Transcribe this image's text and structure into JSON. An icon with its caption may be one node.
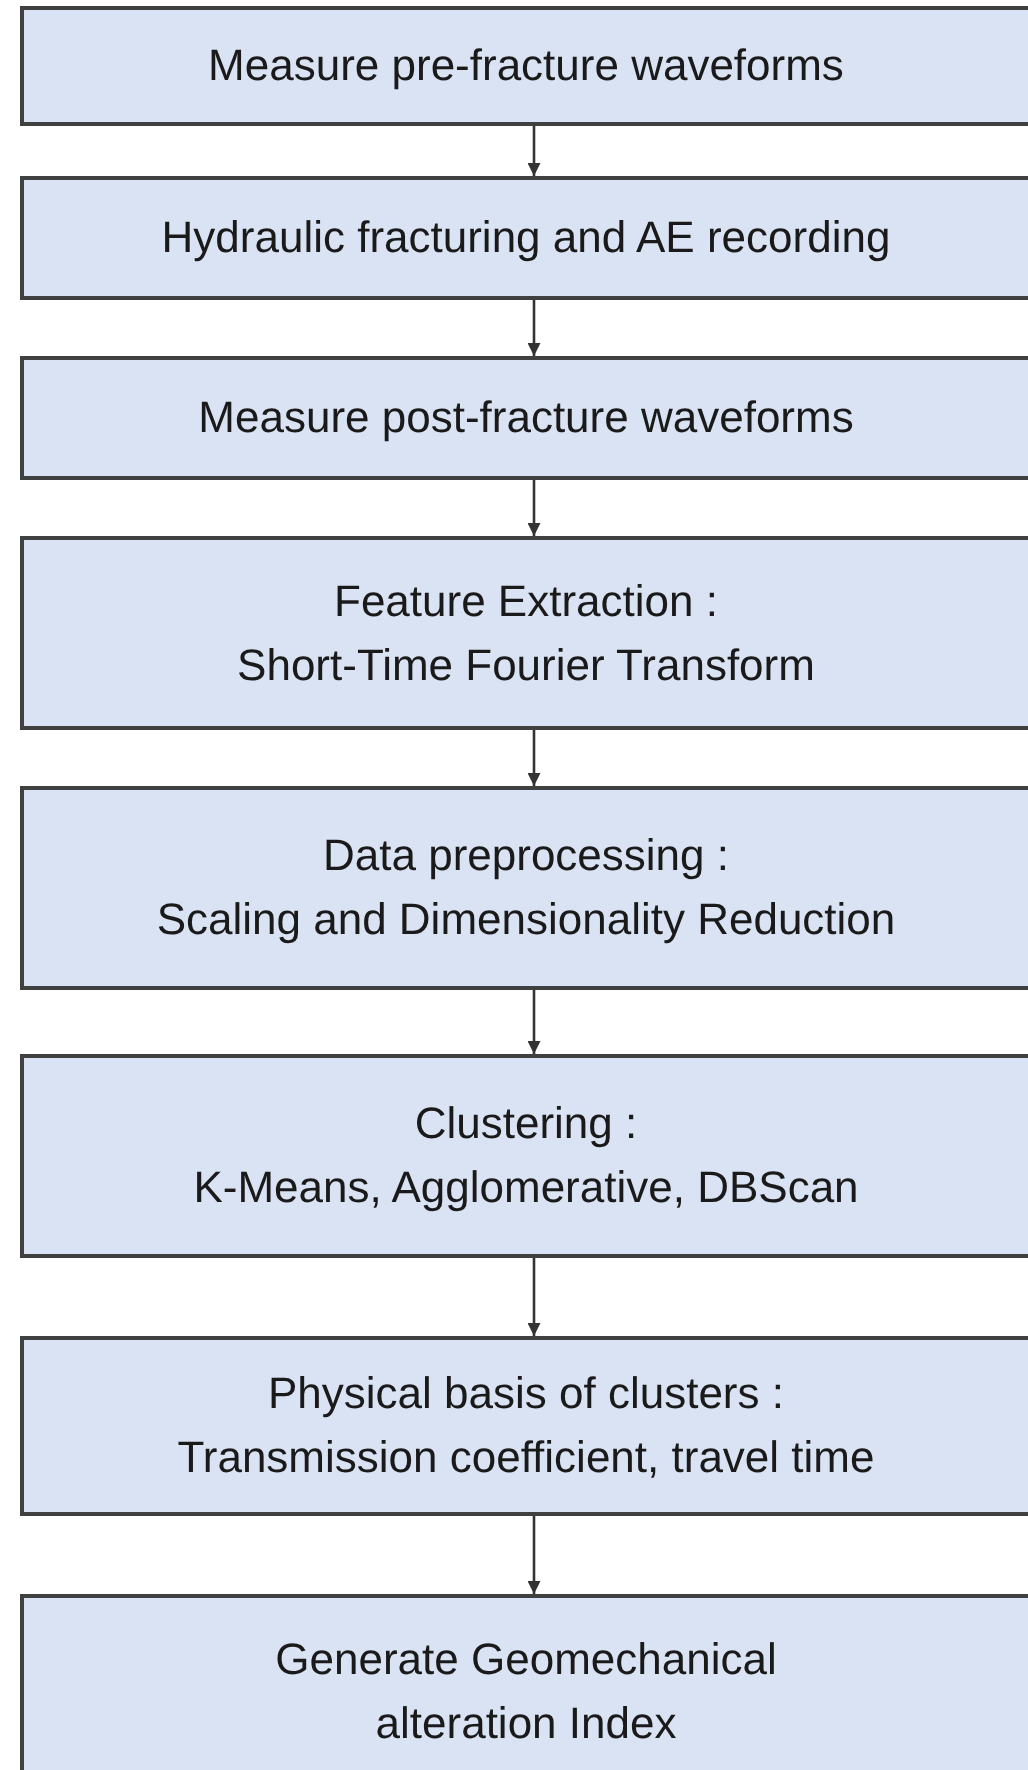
{
  "diagram": {
    "nodes": [
      {
        "text": [
          "Measure pre-fracture waveforms"
        ]
      },
      {
        "text": [
          "Hydraulic fracturing and AE recording"
        ]
      },
      {
        "text": [
          "Measure post-fracture waveforms"
        ]
      },
      {
        "text": [
          "Feature Extraction :",
          "Short-Time Fourier Transform"
        ]
      },
      {
        "text": [
          "Data preprocessing :",
          "Scaling and Dimensionality Reduction"
        ]
      },
      {
        "text": [
          "Clustering :",
          "K-Means, Agglomerative, DBScan"
        ]
      },
      {
        "text": [
          "Physical basis of clusters :",
          "Transmission coefficient, travel time"
        ]
      },
      {
        "text": [
          "Generate Geomechanical alteration Index"
        ]
      }
    ],
    "edges": [
      {
        "from": 0,
        "to": 1,
        "arrow": "to"
      },
      {
        "from": 1,
        "to": 2,
        "arrow": "to"
      },
      {
        "from": 2,
        "to": 3,
        "arrow": "to"
      },
      {
        "from": 3,
        "to": 4,
        "arrow": "to"
      },
      {
        "from": 4,
        "to": 5,
        "arrow": "to"
      },
      {
        "from": 5,
        "to": 6,
        "arrow": "to"
      },
      {
        "from": 6,
        "to": 7,
        "arrow": "to"
      }
    ]
  }
}
